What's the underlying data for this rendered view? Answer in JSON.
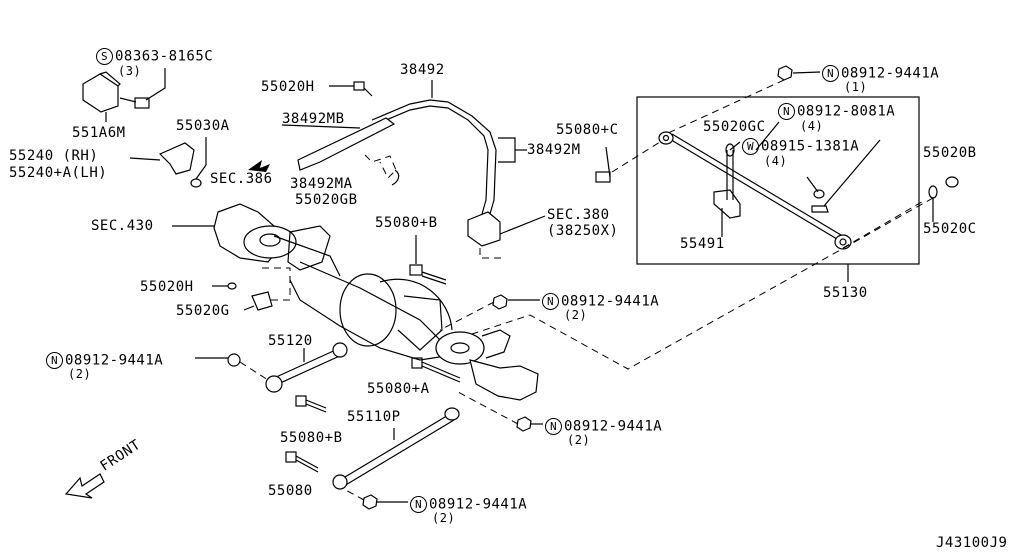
{
  "labels": {
    "p08363": "08363-8165C",
    "p08363_qty": "(3)",
    "p551A6M": "551A6M",
    "p55240": "55240   (RH)",
    "p55240A": "55240+A(LH)",
    "p55030A": "55030A",
    "p55020H_top": "55020H",
    "p38492": "38492",
    "p38492MB": "38492MB",
    "p38492MA": "38492MA",
    "p55020GB": "55020GB",
    "sec386": "SEC.386",
    "p38492M": "38492M",
    "sec430": "SEC.430",
    "p55080B_top": "55080+B",
    "sec380": "SEC.380",
    "sec380_sub": "(38250X)",
    "p55080C": "55080+C",
    "p55020GC": "55020GC",
    "p08912_1_top": "08912-9441A",
    "p08912_1_top_qty": "(1)",
    "p08912_8081": "08912-8081A",
    "p08912_8081_qty": "(4)",
    "p08915": "08915-1381A",
    "p08915_qty": "(4)",
    "p55020B": "55020B",
    "p55020C": "55020C",
    "p55491": "55491",
    "p55130": "55130",
    "p55020H_mid": "55020H",
    "p55020G": "55020G",
    "p08912_mid": "08912-9441A",
    "p08912_mid_qty": "(2)",
    "p08912_left": "08912-9441A",
    "p08912_left_qty": "(2)",
    "p55120": "55120",
    "p55080A": "55080+A",
    "p55080B_bot": "55080+B",
    "p55110P": "55110P",
    "p08912_right": "08912-9441A",
    "p08912_right_qty": "(2)",
    "p55080": "55080",
    "p08912_bot": "08912-9441A",
    "p08912_bot_qty": "(2)",
    "front": "FRONT",
    "diagram_id": "J43100J9"
  },
  "prefix": {
    "S": "S",
    "N": "N",
    "W": "W"
  }
}
